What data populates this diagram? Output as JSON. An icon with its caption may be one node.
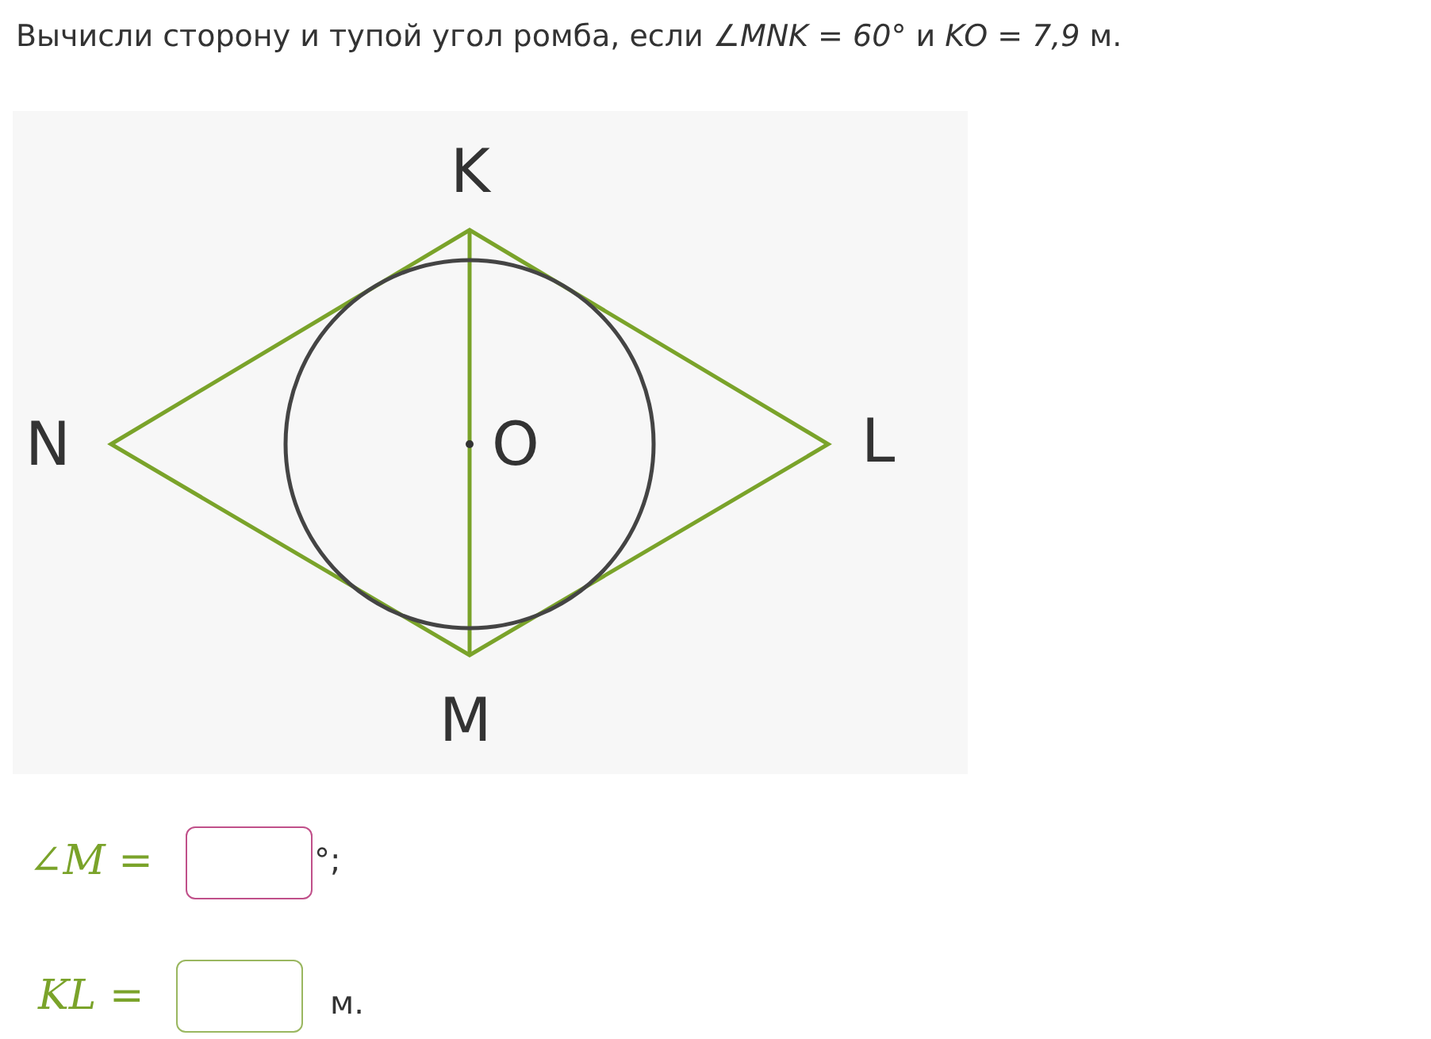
{
  "diagram": {
    "title": "Вычисли сторону и тупой угол ромба, если *∠MNK = 60°* и *KO = 7,9* м.",
    "labels": [
      "K",
      "N",
      "O",
      "L",
      "M",
      "∠M =",
      "°;",
      "KL =",
      "м."
    ]
  }
}
